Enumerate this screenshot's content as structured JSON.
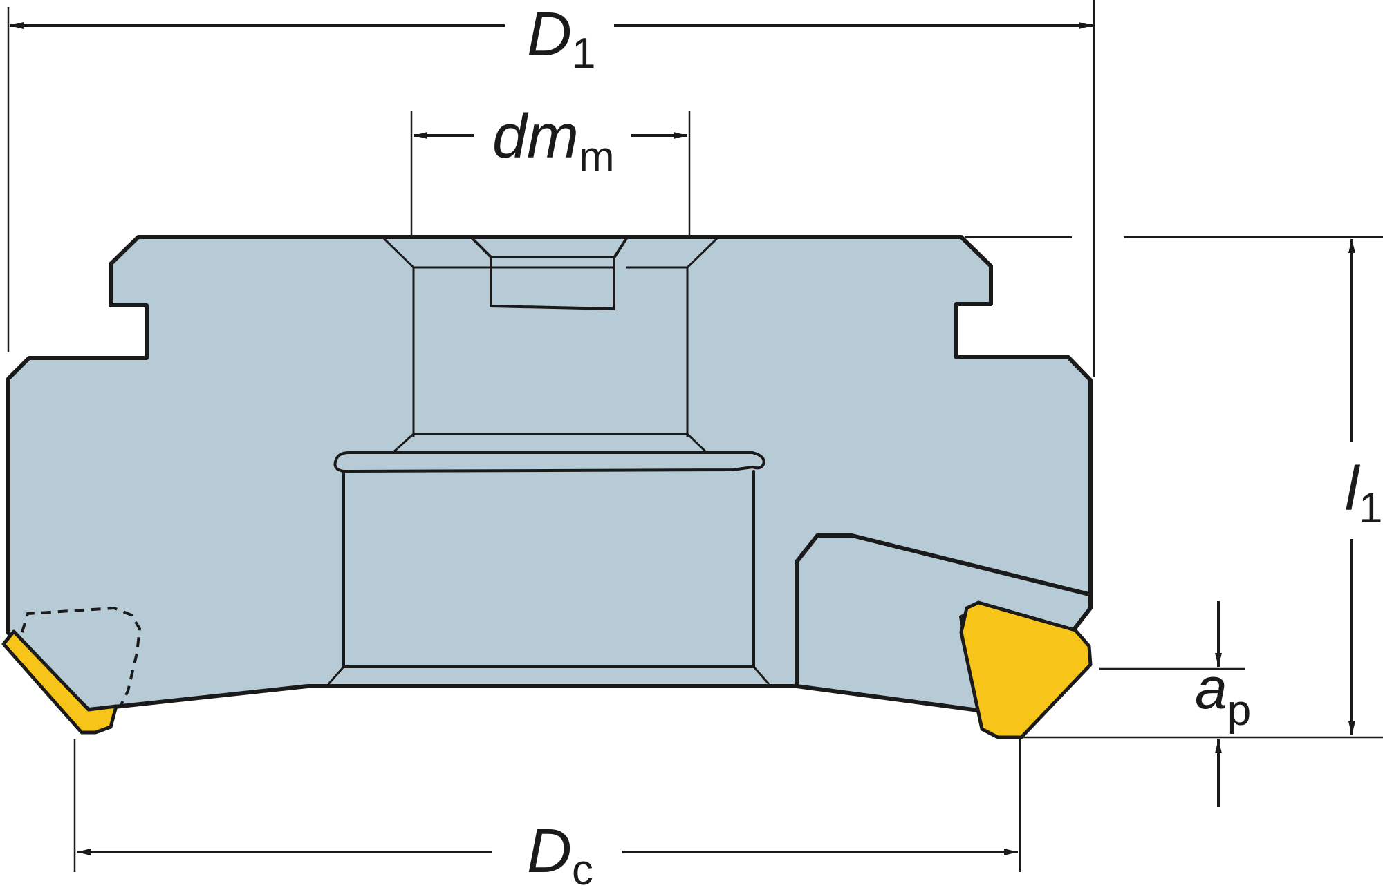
{
  "colors": {
    "body_fill": "#b6cbd5",
    "insert_fill": "#f7c41a",
    "outline": "#1a1a1a",
    "background": "#ffffff"
  },
  "labels": {
    "D1": {
      "main": "D",
      "sub": "1"
    },
    "dmm": {
      "main": "dm",
      "sub": "m"
    },
    "l1": {
      "main": "l",
      "sub": "1"
    },
    "ap": {
      "main": "a",
      "sub": "p"
    },
    "Dc": {
      "main": "D",
      "sub": "c"
    }
  }
}
